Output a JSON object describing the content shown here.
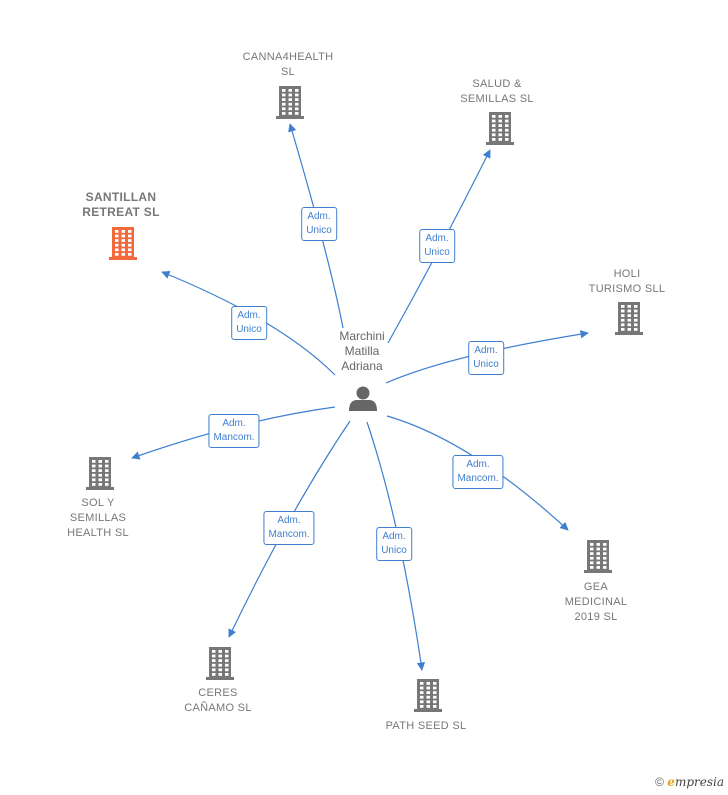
{
  "center": {
    "name": "Marchini\nMatilla\nAdriana",
    "icon": "person-icon",
    "color": "#666666"
  },
  "colors": {
    "edge": "#3f7fd0",
    "building": "#777777",
    "building_highlight": "#f26a3c"
  },
  "nodes": [
    {
      "id": "canna4health",
      "label": "CANNA4HEALTH\nSL",
      "edge_label": "Adm.\nUnico",
      "highlight": false
    },
    {
      "id": "salud-semillas",
      "label": "SALUD &\nSEMILLAS  SL",
      "edge_label": "Adm.\nUnico",
      "highlight": false
    },
    {
      "id": "santillan-retreat",
      "label": "SANTILLAN\nRETREAT  SL",
      "edge_label": "Adm.\nUnico",
      "highlight": true
    },
    {
      "id": "holi-turismo",
      "label": "HOLI\nTURISMO  SLL",
      "edge_label": "Adm.\nUnico",
      "highlight": false
    },
    {
      "id": "sol-semillas",
      "label": "SOL Y\nSEMILLAS\nHEALTH  SL",
      "edge_label": "Adm.\nMancom.",
      "highlight": false
    },
    {
      "id": "gea-medicinal",
      "label": "GEA\nMEDICINAL\n2019  SL",
      "edge_label": "Adm.\nMancom.",
      "highlight": false
    },
    {
      "id": "ceres-canamo",
      "label": "CERES\nCAÑAMO  SL",
      "edge_label": "Adm.\nMancom.",
      "highlight": false
    },
    {
      "id": "path-seed",
      "label": "PATH SEED  SL",
      "edge_label": "Adm.\nUnico",
      "highlight": false
    }
  ],
  "footer": {
    "copyright": "©",
    "brand_initial": "e",
    "brand_rest": "mpresia"
  }
}
